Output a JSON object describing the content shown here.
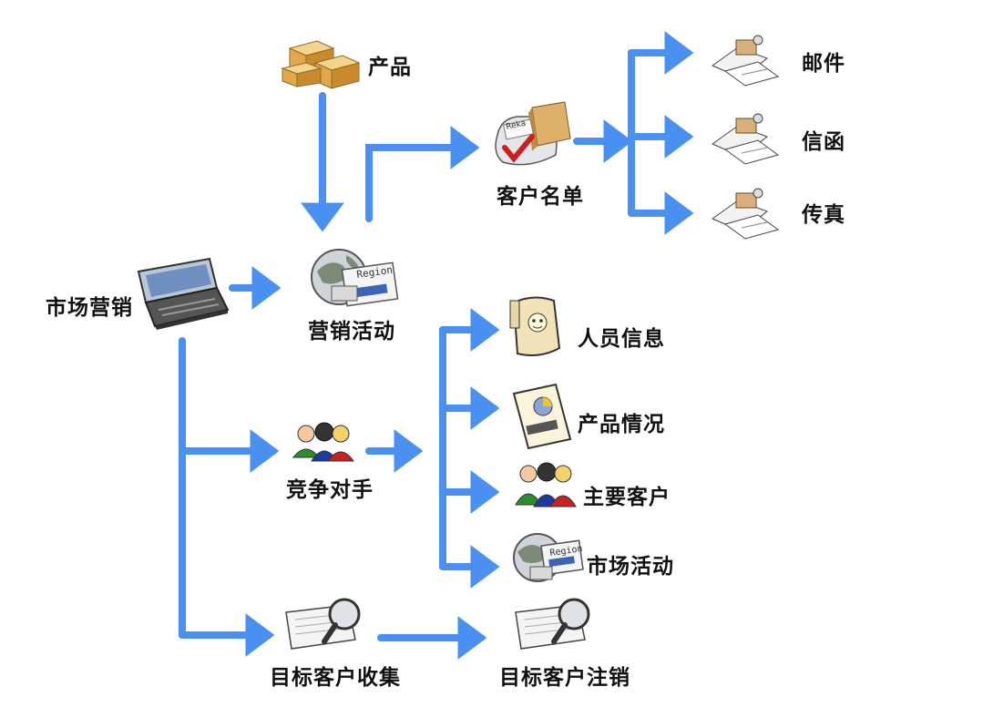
{
  "nodes": {
    "product": "产品",
    "marketing": "市场营销",
    "campaign": "营销活动",
    "customer_list": "客户名单",
    "mail": "邮件",
    "letter": "信函",
    "fax": "传真",
    "competitor": "竞争对手",
    "staff_info": "人员信息",
    "product_status": "产品情况",
    "key_customers": "主要客户",
    "market_activity": "市场活动",
    "target_collect": "目标客户收集",
    "target_cancel": "目标客户注销"
  },
  "icon_texts": {
    "campaign_card": "Region",
    "market_card": "Region",
    "bag_tag": "Reka"
  },
  "colors": {
    "arrow": "#4a90f0",
    "text": "#111111"
  }
}
